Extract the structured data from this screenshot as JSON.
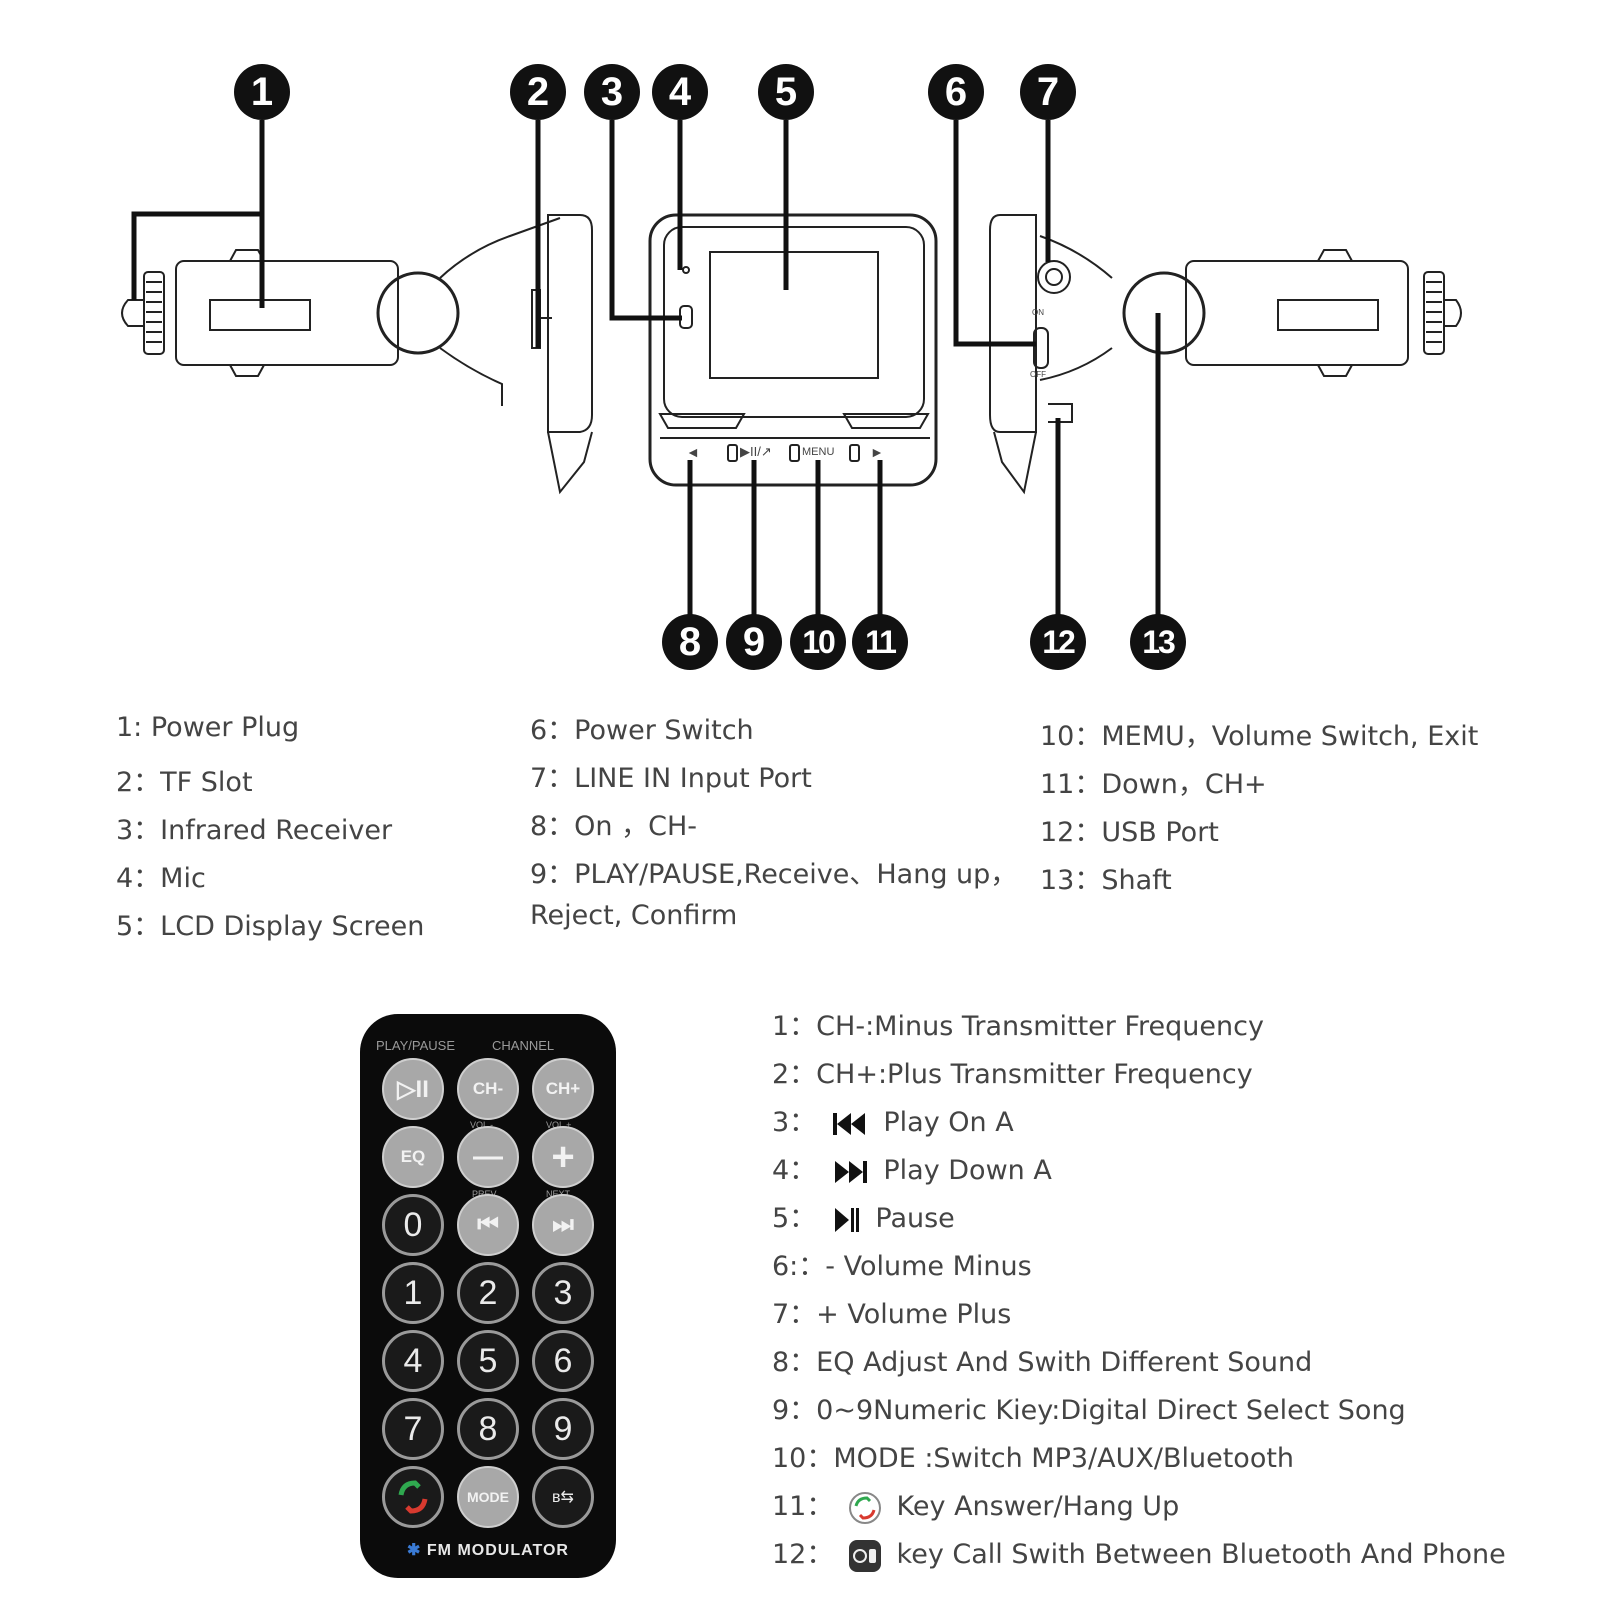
{
  "callouts": [
    "1",
    "2",
    "3",
    "4",
    "5",
    "6",
    "7",
    "8",
    "9",
    "10",
    "11",
    "12",
    "13"
  ],
  "device_labels": {
    "buttons": [
      "◄",
      "▶II/↗",
      "MENU",
      "►"
    ],
    "switch_on": "ON",
    "switch_off": "OFF"
  },
  "legend": {
    "col1": [
      "1: Power Plug",
      "2：TF Slot",
      "3：Infrared Receiver",
      "4：Mic",
      "5：LCD Display Screen"
    ],
    "col2": [
      "6：Power Switch",
      "7：LINE IN Input Port",
      "8：On  ，CH-",
      "9：PLAY/PAUSE,Receive、Hang up，",
      "Reject, Confirm"
    ],
    "col3": [
      "10：MEMU，Volume Switch, Exit",
      "11：Down，CH+",
      "12：USB Port",
      "13：Shaft"
    ]
  },
  "remote": {
    "top_labels": {
      "play_pause": "PLAY/PAUSE",
      "channel": "CHANNEL"
    },
    "sub_labels": {
      "vol_minus": "VOL -",
      "vol_plus": "VOL +",
      "prev": "PREV",
      "next": "NEXT"
    },
    "keys": {
      "play_pause": "▷II",
      "ch_minus": "CH-",
      "ch_plus": "CH+",
      "eq": "EQ",
      "minus": "—",
      "plus": "+",
      "zero": "0",
      "prev": "⏮",
      "next": "⏭",
      "d1": "1",
      "d2": "2",
      "d3": "3",
      "d4": "4",
      "d5": "5",
      "d6": "6",
      "d7": "7",
      "d8": "8",
      "d9": "9",
      "call": "↻",
      "mode": "MODE",
      "bt_switch": "ʙ⇆"
    },
    "brand": "FM MODULATOR"
  },
  "remote_legend": {
    "l1": "1：CH-:Minus Transmitter Frequency",
    "l2": "2：CH+:Plus Transmitter Frequency",
    "l3_prefix": "3：",
    "l3_text": "Play On A",
    "l4_prefix": "4：",
    "l4_text": "Play Down A",
    "l5_prefix": "5：",
    "l5_text": " Pause",
    "l6": "6:：- Volume Minus",
    "l7": "7：+ Volume Plus",
    "l8": "8：EQ Adjust And Swith Different Sound",
    "l9": "9：0~9Numeric Kiey:Digital Direct Select Song",
    "l10": "10：MODE :Switch MP3/AUX/Bluetooth",
    "l11_prefix": "11：",
    "l11_text": " Key Answer/Hang Up",
    "l12_prefix": "12：",
    "l12_text": "key  Call Swith Between Bluetooth And Phone"
  }
}
